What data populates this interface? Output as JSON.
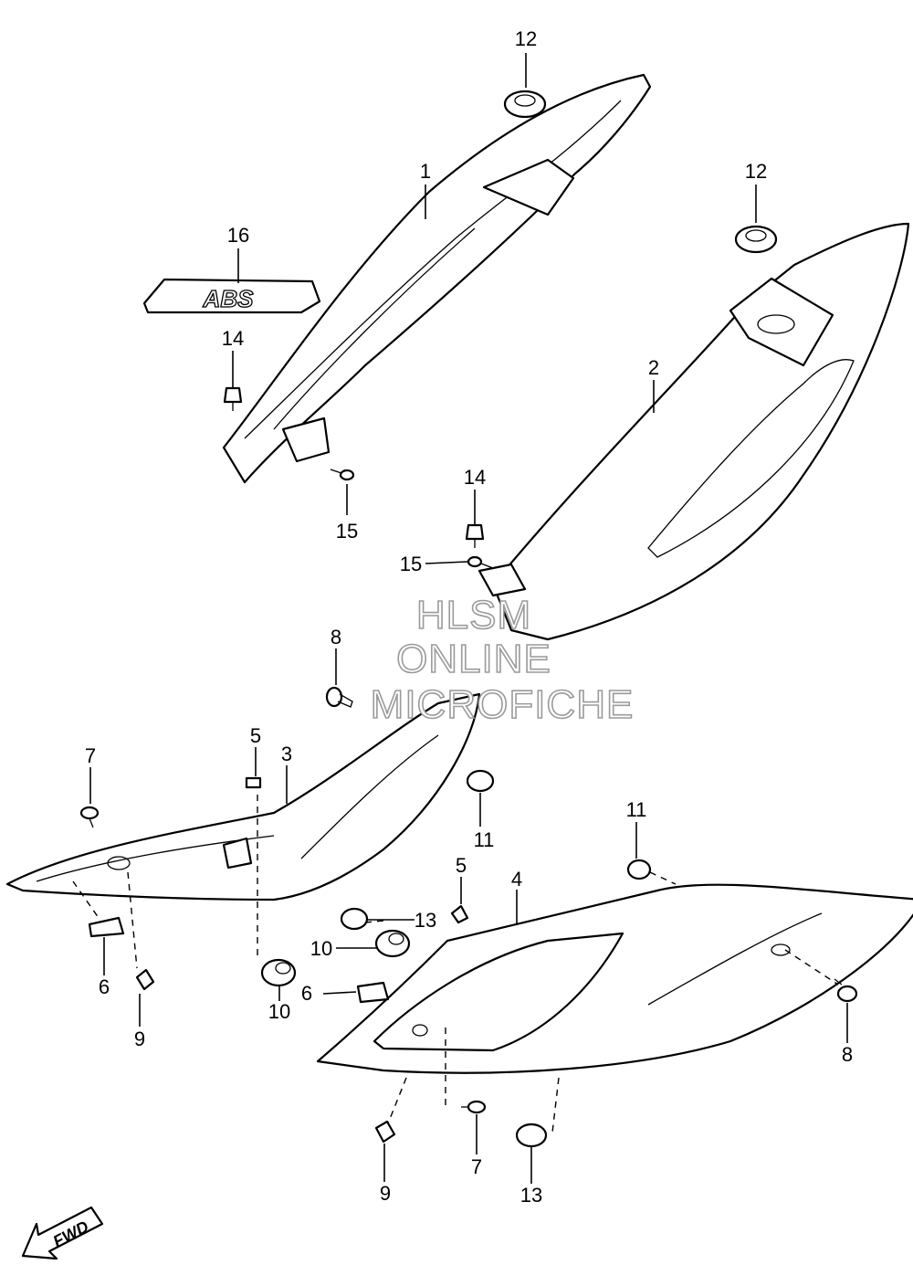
{
  "callouts": {
    "c1": "1",
    "c2": "2",
    "c3": "3",
    "c4": "4",
    "c5a": "5",
    "c5b": "5",
    "c6a": "6",
    "c6b": "6",
    "c7a": "7",
    "c7b": "7",
    "c8a": "8",
    "c8b": "8",
    "c9a": "9",
    "c9b": "9",
    "c10a": "10",
    "c10b": "10",
    "c11a": "11",
    "c11b": "11",
    "c12a": "12",
    "c12b": "12",
    "c13a": "13",
    "c13b": "13",
    "c14a": "14",
    "c14b": "14",
    "c15a": "15",
    "c15b": "15",
    "c16": "16"
  },
  "emblem_text": "ABS",
  "fwd_label": "FWD",
  "watermark": {
    "line1": "HLSM",
    "line2": "ONLINE",
    "line3": "MICROFICHE"
  }
}
